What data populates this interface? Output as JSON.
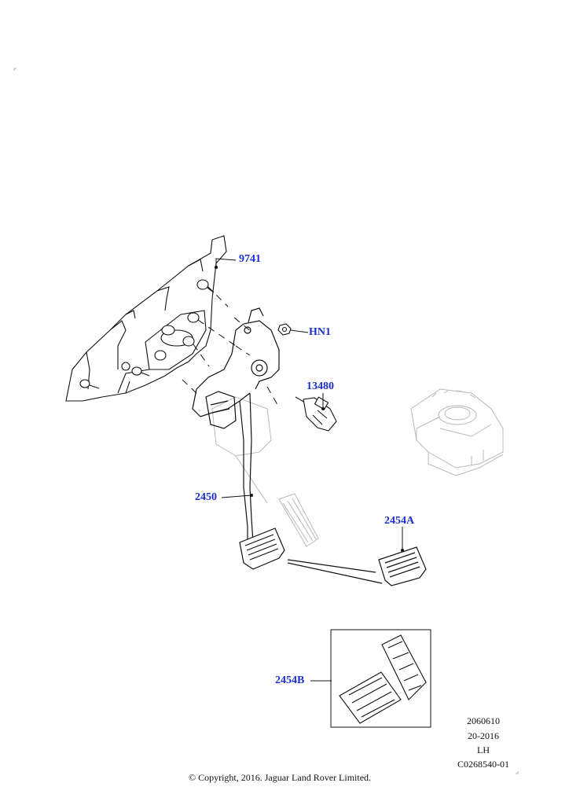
{
  "callouts": {
    "c9741": "9741",
    "hn1": "HN1",
    "c13480": "13480",
    "c2450": "2450",
    "c2454a": "2454A",
    "c2454b": "2454B"
  },
  "meta": {
    "line1": "2060610",
    "line2": "20-2016",
    "line3": "LH",
    "line4": "C0268540-01"
  },
  "copyright": "© Copyright, 2016. Jaguar Land Rover Limited.",
  "colors": {
    "callout": "#1a2fd0",
    "line": "#111111",
    "ghost": "#b8b8b8"
  }
}
